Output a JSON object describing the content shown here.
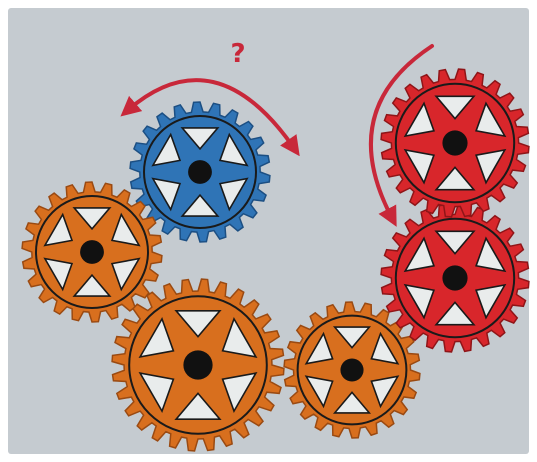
{
  "puzzle": {
    "question_mark": "?",
    "colors": {
      "background": "#c5cbd0",
      "frame": "#ffffff",
      "arrow": "#c8283a",
      "hub": "#111111",
      "window": "#e9ecec",
      "orange": "#d86f1e",
      "orange_dark": "#9a4a12",
      "blue": "#2f74b6",
      "blue_dark": "#1c4f83",
      "red": "#d8262b",
      "red_dark": "#8f1518"
    },
    "gears": [
      {
        "name": "gear-blue",
        "color": "blue",
        "teeth": 22
      },
      {
        "name": "gear-orange-left",
        "color": "orange",
        "teeth": 22
      },
      {
        "name": "gear-orange-large",
        "color": "orange",
        "teeth": 28
      },
      {
        "name": "gear-orange-bottom",
        "color": "orange",
        "teeth": 22
      },
      {
        "name": "gear-red-bottom",
        "color": "red",
        "teeth": 24
      },
      {
        "name": "gear-red-top",
        "color": "red",
        "teeth": 24
      }
    ]
  }
}
